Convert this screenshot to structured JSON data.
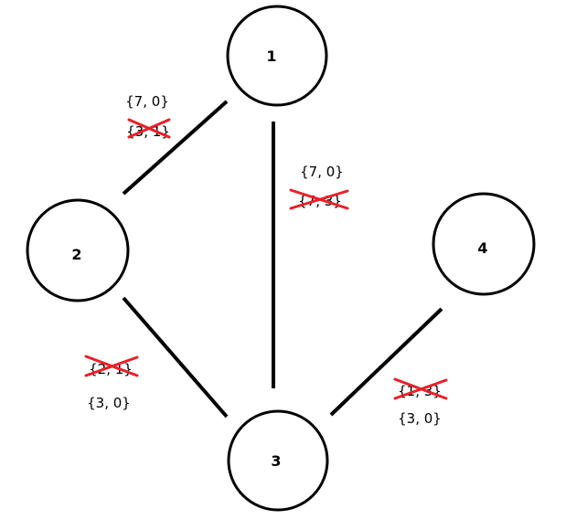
{
  "colors": {
    "line": "#000000",
    "cross": "#e8202a",
    "background": "#ffffff"
  },
  "nodes": [
    {
      "id": "1",
      "label": "1"
    },
    {
      "id": "2",
      "label": "2"
    },
    {
      "id": "3",
      "label": "3"
    },
    {
      "id": "4",
      "label": "4"
    }
  ],
  "edges": [
    {
      "from": "1",
      "to": "2",
      "current_label": "{7, 0}",
      "crossed_label": "{3, 1}"
    },
    {
      "from": "1",
      "to": "3",
      "current_label": "{7, 0}",
      "crossed_label": "{7, 3}"
    },
    {
      "from": "2",
      "to": "3",
      "current_label": "{3, 0}",
      "crossed_label": "{2, 1}"
    },
    {
      "from": "3",
      "to": "4",
      "current_label": "{3, 0}",
      "crossed_label": "{1, 3}"
    }
  ]
}
